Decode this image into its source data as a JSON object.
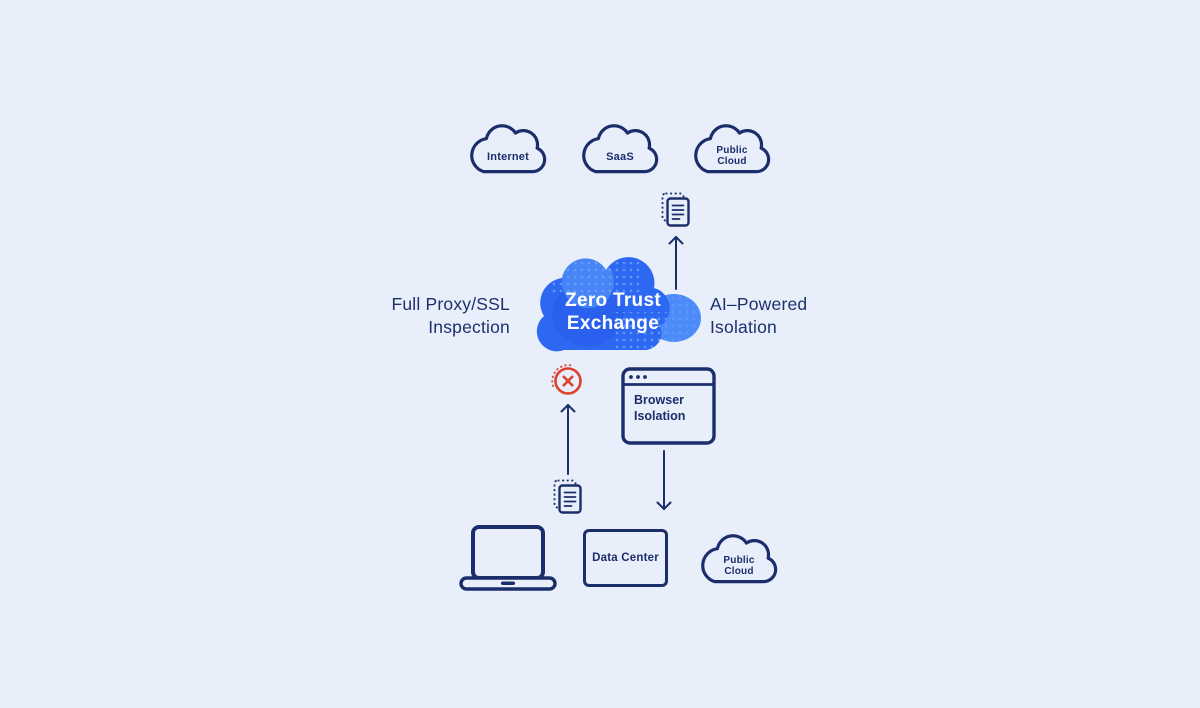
{
  "colors": {
    "background": "#e9eefb",
    "navy": "#1b2e6b",
    "cloud_blue": "#2c68f1",
    "cloud_blue_light": "#4c8bf8",
    "cloud_dot_blue": "#6ba2fb",
    "blocked_red": "#da422e",
    "title_text": "#ffffff"
  },
  "icons": {
    "cloud": "cloud-outline-icon",
    "document": "document-stack-icon",
    "blocked": "blocked-circle-x-icon",
    "browser": "browser-window-icon",
    "laptop": "laptop-icon",
    "arrow": "thin-v-arrow-icon"
  },
  "top_clouds": [
    {
      "line1": "Internet"
    },
    {
      "line1": "SaaS"
    },
    {
      "line1": "Public",
      "line2": "Cloud"
    }
  ],
  "center_cloud": {
    "line1": "Zero Trust",
    "line2": "Exchange"
  },
  "side_labels": {
    "left_line1": "Full Proxy/SSL",
    "left_line2": "Inspection",
    "right_line1": "AI–Powered",
    "right_line2": "Isolation"
  },
  "browser_window": {
    "line1": "Browser",
    "line2": "Isolation"
  },
  "bottom": {
    "data_center_label": "Data Center",
    "public_cloud": {
      "line1": "Public",
      "line2": "Cloud"
    }
  }
}
